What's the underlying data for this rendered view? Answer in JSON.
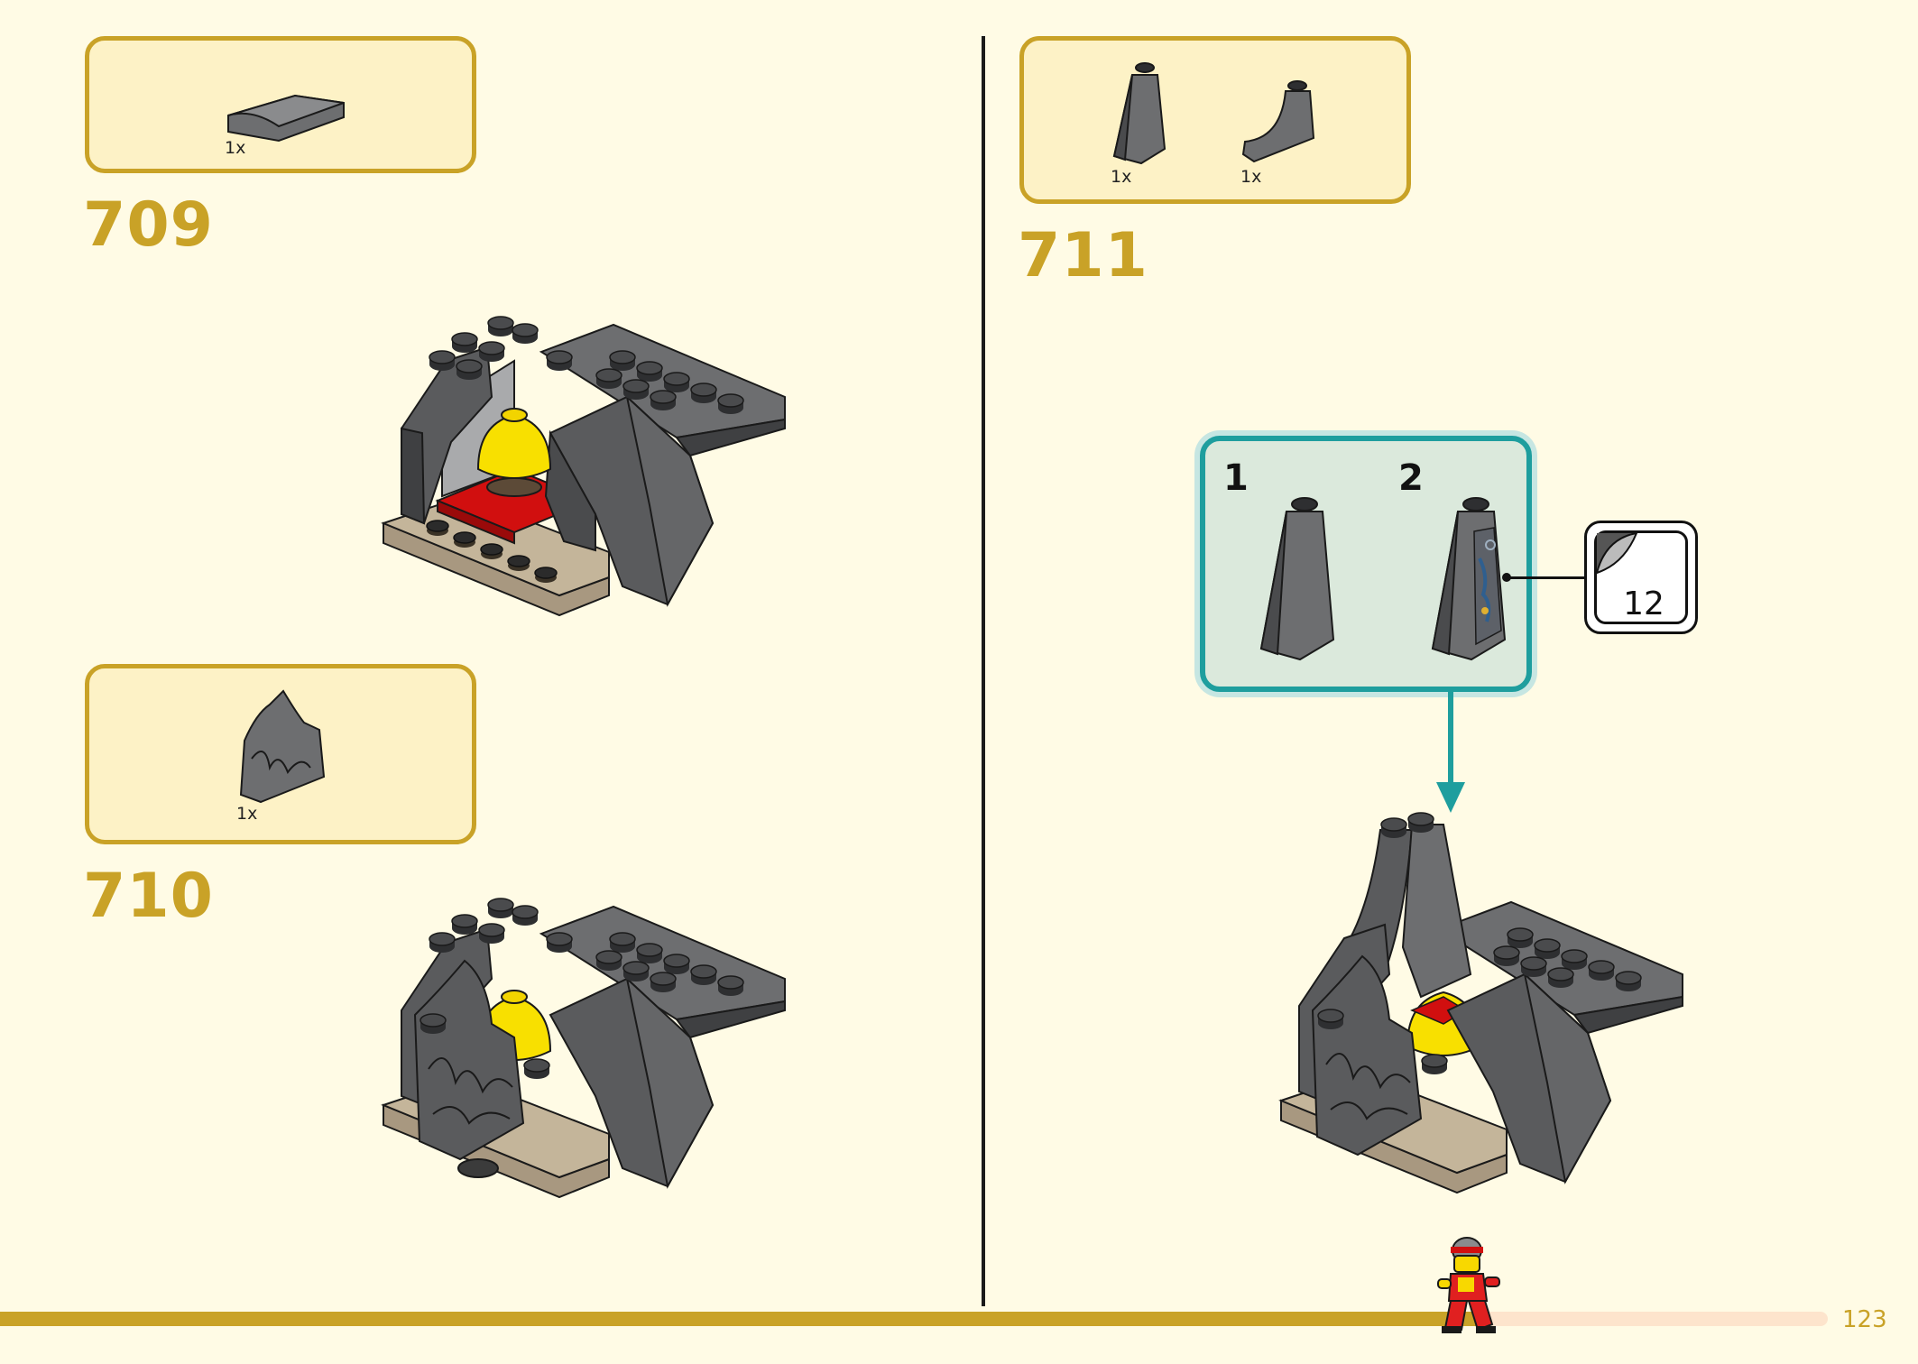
{
  "steps": [
    {
      "number": "709",
      "parts": [
        {
          "qty": "1x",
          "icon": "curved-slope-part-icon"
        }
      ]
    },
    {
      "number": "710",
      "parts": [
        {
          "qty": "1x",
          "icon": "rock-panel-part-icon"
        }
      ]
    },
    {
      "number": "711",
      "parts": [
        {
          "qty": "1x",
          "icon": "tall-slope-part-icon"
        },
        {
          "qty": "1x",
          "icon": "curved-arch-part-icon"
        }
      ]
    }
  ],
  "callout": {
    "sub_steps": [
      "1",
      "2"
    ]
  },
  "sticker": {
    "number": "12"
  },
  "page_number": "123",
  "colors": {
    "accent": "#c9a227",
    "background": "#fffbe5",
    "parts_box": "#fdf2c6",
    "callout_border": "#1e9e9e",
    "callout_fill": "#dbe9dc",
    "brick_dark_grey": "#5a5b5d",
    "brick_red": "#d10f0f",
    "brick_yellow": "#f8e000",
    "brick_tan": "#a89880"
  }
}
